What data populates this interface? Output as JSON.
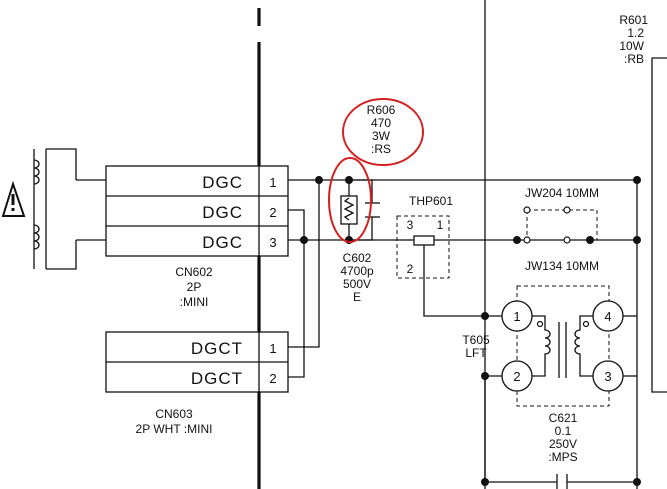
{
  "r601": {
    "ref": "R601",
    "value": "1.2",
    "power": "10W",
    "type": ":RB"
  },
  "r606": {
    "ref": "R606",
    "value": "470",
    "power": "3W",
    "type": ":RS"
  },
  "c602": {
    "ref": "C602",
    "value": "4700p",
    "voltage": "500V",
    "type": "E"
  },
  "thp601": {
    "ref": "THP601",
    "pin3": "3",
    "pin1": "1",
    "pin2": "2"
  },
  "jw204": {
    "label": "JW204 10MM"
  },
  "jw134": {
    "label": "JW134 10MM"
  },
  "cn602": {
    "pins": [
      {
        "name": "DGC",
        "num": "1"
      },
      {
        "name": "DGC",
        "num": "2"
      },
      {
        "name": "DGC",
        "num": "3"
      }
    ],
    "ref": "CN602",
    "line2": "2P",
    "line3": ":MINI"
  },
  "cn603": {
    "pins": [
      {
        "name": "DGCT",
        "num": "1"
      },
      {
        "name": "DGCT",
        "num": "2"
      }
    ],
    "ref": "CN603",
    "line2": "2P WHT :MINI"
  },
  "t605": {
    "ref": "T605",
    "type": "LFT",
    "pin1": "1",
    "pin2": "2",
    "pin3": "3",
    "pin4": "4"
  },
  "c621": {
    "ref": "C621",
    "value": "0.1",
    "voltage": "250V",
    "type": ":MPS"
  }
}
